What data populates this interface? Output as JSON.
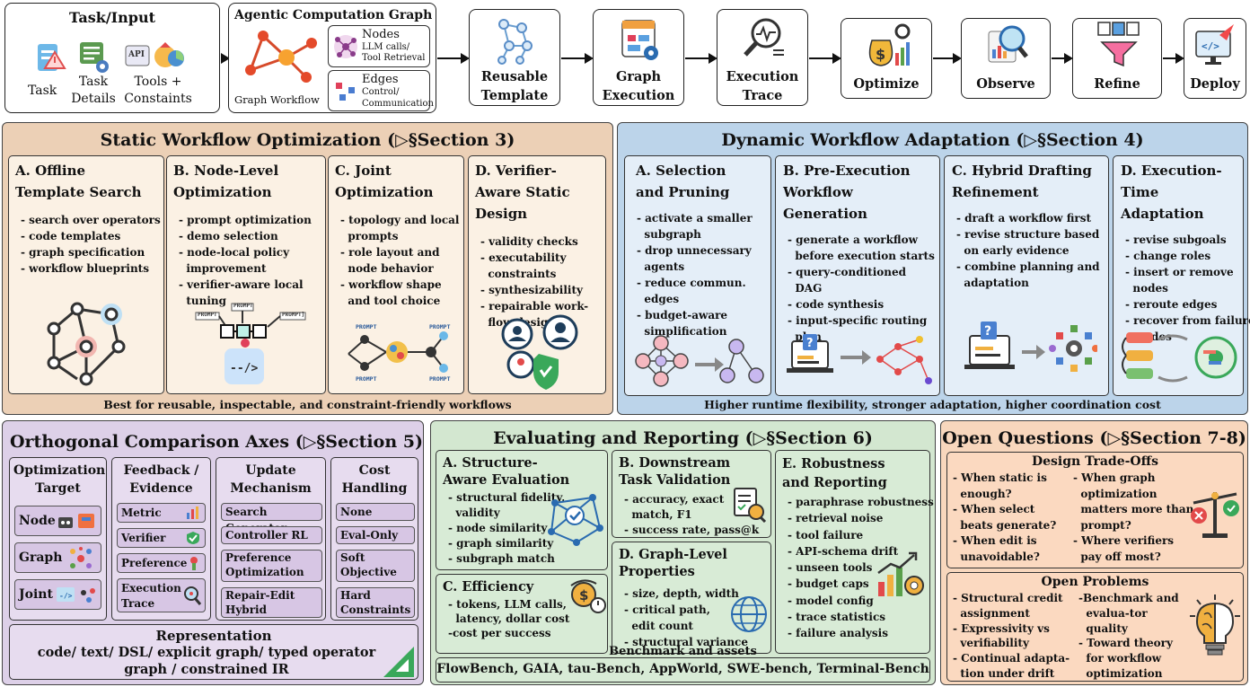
{
  "top": {
    "task_input": {
      "title": "Task/Input",
      "task": "Task",
      "details": "Task Details",
      "tools": "Tools + Constaints"
    },
    "acg": {
      "title": "Agentic Computation Graph",
      "workflow": "Graph Workflow",
      "nodes": "Nodes",
      "nodes_sub": "LLM calls/ Tool Retrieval",
      "edges": "Edges",
      "edges_sub": "Control/ Communication"
    },
    "steps": [
      {
        "label": "Reusable Template"
      },
      {
        "label": "Graph Execution"
      },
      {
        "label": "Execution Trace"
      },
      {
        "label": "Optimize"
      },
      {
        "label": "Observe"
      },
      {
        "label": "Refine"
      },
      {
        "label": "Deploy"
      }
    ]
  },
  "static": {
    "title": "Static Workflow Optimization (▷§Section 3)",
    "footer": "Best for reusable, inspectable, and constraint-friendly workflows",
    "cols": [
      {
        "head": "A. Offline Template Search",
        "bullets": [
          "- search over operators",
          "- code templates",
          "- graph specification",
          "- workflow blueprints"
        ]
      },
      {
        "head": "B. Node-Level Optimization",
        "bullets": [
          "- prompt optimization",
          "- demo selection",
          "- node-local policy improvement",
          "- verifier-aware local tuning"
        ]
      },
      {
        "head": "C. Joint Optimization",
        "bullets": [
          "- topology and local prompts",
          "- role layout and node behavior",
          "- workflow shape and tool choice"
        ]
      },
      {
        "head": "D. Verifier-Aware Static Design",
        "bullets": [
          "- validity checks",
          "- executability constraints",
          "- synthesizability",
          "- repairable work-flow design"
        ]
      }
    ]
  },
  "dynamic": {
    "title": "Dynamic Workflow Adaptation (▷§Section 4)",
    "footer": "Higher runtime flexibility, stronger adaptation, higher coordination cost",
    "cols": [
      {
        "head": "A. Selection and Pruning",
        "bullets": [
          "- activate a smaller subgraph",
          "- drop unnecessary agents",
          "- reduce commun. edges",
          "- budget-aware simplification"
        ]
      },
      {
        "head": "B. Pre-Execution Workflow Generation",
        "bullets": [
          "- generate a workflow before execution starts",
          "- query-conditioned DAG",
          "- code synthesis",
          "- input-specific routing plan"
        ]
      },
      {
        "head": "C. Hybrid Drafting Refinement",
        "bullets": [
          "- draft a workflow first",
          "- revise structure based on early evidence",
          "- combine planning and adaptation"
        ]
      },
      {
        "head": "D. Execution-Time Adaptation",
        "bullets": [
          "- revise subgoals",
          "- change roles",
          "- insert or remove nodes",
          "- reroute edges",
          "- recover from failure modes"
        ]
      }
    ]
  },
  "axes": {
    "title": "Orthogonal Comparison Axes (▷§Section 5)",
    "cols": [
      {
        "head": "Optimization Target",
        "items": [
          "Node",
          "Graph",
          "Joint"
        ]
      },
      {
        "head": "Feedback / Evidence",
        "items": [
          "Metric",
          "Verifier",
          "Preference",
          "Execution Trace"
        ]
      },
      {
        "head": "Update Mechanism",
        "items": [
          "Search Generator",
          "Controller RL",
          "Preference Optimization",
          "Repair-Edit Hybrid"
        ]
      },
      {
        "head": "Cost Handling",
        "items": [
          "None",
          "Eval-Only",
          "Soft Objective",
          "Hard Constraints"
        ]
      }
    ],
    "rep_title": "Representation",
    "rep_text": "code/ text/ DSL/ explicit graph/ typed operator graph / constrained IR"
  },
  "eval": {
    "title": "Evaluating and Reporting (▷§Section 6)",
    "A": {
      "head": "A. Structure-Aware Evaluation",
      "bullets": [
        "- structural fidelity, validity",
        "- node similarity",
        "- graph similarity",
        "- subgraph match"
      ]
    },
    "B": {
      "head": "B. Downstream Task Validation",
      "bullets": [
        "- accuracy, exact match, F1",
        "- success rate, pass@k"
      ]
    },
    "C": {
      "head": "C. Efficiency",
      "bullets": [
        "- tokens, LLM calls, latency, dollar cost",
        "-cost per success"
      ]
    },
    "D": {
      "head": "D. Graph-Level Properties",
      "bullets": [
        "- size, depth, width",
        "- critical path, edit count",
        "- structural variance"
      ]
    },
    "E": {
      "head": "E. Robustness and Reporting",
      "bullets": [
        "- paraphrase robustness",
        "- retrieval noise",
        "- tool failure",
        "- API-schema drift",
        "- unseen tools",
        "- budget caps",
        "- model config",
        "- trace statistics",
        "- failure analysis"
      ]
    },
    "bench_title": "Benchmark and assets",
    "bench_text": "FlowBench, GAIA, tau-Bench, AppWorld, SWE-bench, Terminal-Bench"
  },
  "open": {
    "title": "Open Questions (▷§Section 7-8)",
    "tradeoffs": {
      "head": "Design Trade-Offs",
      "left": [
        "- When static is enough?",
        "- When select beats generate?",
        "- When edit is unavoidable?"
      ],
      "right": [
        "- When graph optimization matters more than prompt?",
        "- Where verifiers pay off most?"
      ]
    },
    "problems": {
      "head": "Open Problems",
      "left": [
        "- Structural credit assignment",
        "- Expressivity vs verifiability",
        "- Continual adapta-tion under drift"
      ],
      "right": [
        "-Benchmark and evalua-tor quality",
        "- Toward theory for workflow optimization"
      ]
    }
  },
  "icon_labels": {
    "prompt": "PROMPT",
    "prompt_f": "PROMPT]",
    "api": "API"
  },
  "colors": {
    "static_bg": "#ecd0b6",
    "dynamic_bg": "#bcd4ea",
    "axes_bg": "#ddd0e8",
    "eval_bg": "#d3e7d0",
    "open_bg": "#f8d7bd"
  }
}
